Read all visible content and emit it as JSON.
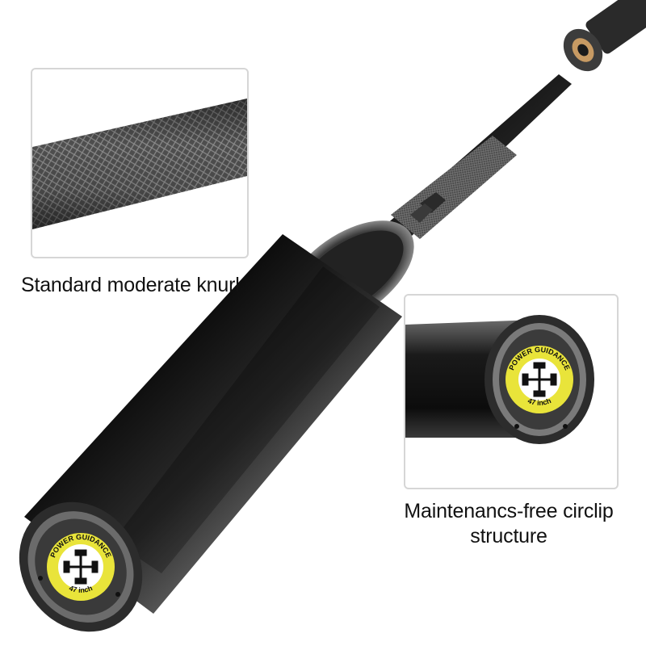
{
  "captions": {
    "knurl": "Standard moderate knurl",
    "circlip": "Maintenancs-free circlip structure"
  },
  "end_cap": {
    "brand_text": "POWER GUIDANCE",
    "size_text": "47 inch"
  },
  "colors": {
    "bar": "#1b1b1b",
    "sleeve_highlight": "#8a8a8a",
    "label_yellow": "#e9e43a",
    "bushing": "#c79a63",
    "inset_border": "#d6d6d6"
  },
  "icons": [
    "barbell-logo-icon",
    "screw-icon"
  ]
}
